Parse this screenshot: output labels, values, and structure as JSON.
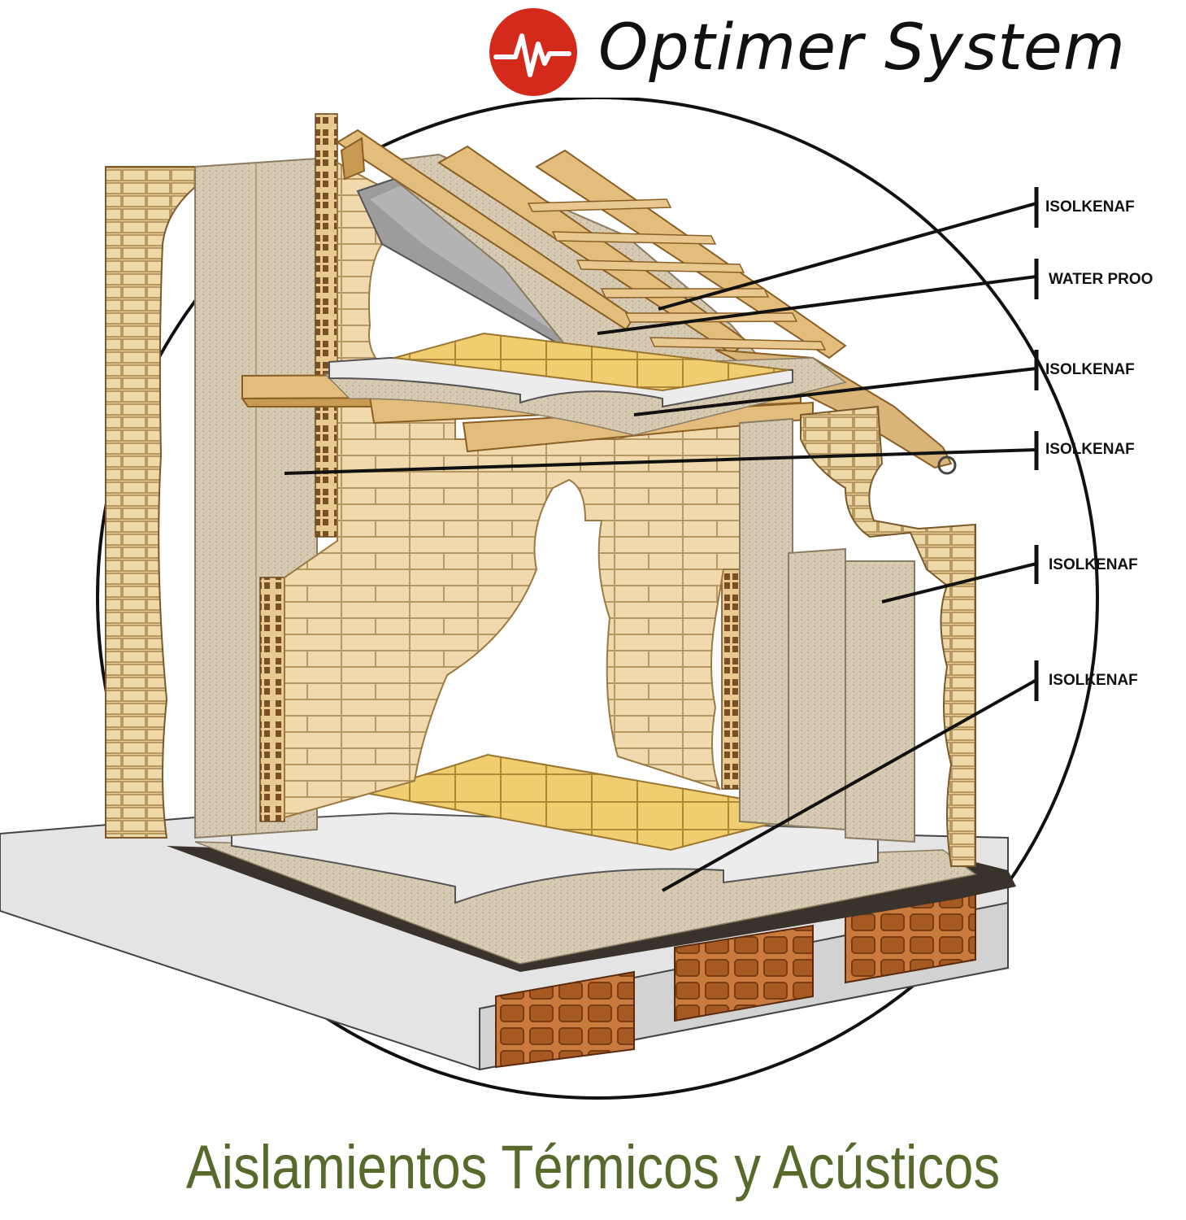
{
  "brand": {
    "name": "Optimer System",
    "logo_icon": "red-circle-heartbeat-logo",
    "logo_color": "#d42a1c"
  },
  "callouts": [
    {
      "label": "ISOLKENAF",
      "target": "roof insulation between rafters"
    },
    {
      "label": "WATER PROO",
      "target": "roof waterproof membrane"
    },
    {
      "label": "ISOLKENAF",
      "target": "floor slab insulation"
    },
    {
      "label": "ISOLKENAF",
      "target": "interior wall insulation"
    },
    {
      "label": "ISOLKENAF",
      "target": "exterior wall insulation"
    },
    {
      "label": "ISOLKENAF",
      "target": "ground floor insulation"
    }
  ],
  "caption": "Aislamientos Térmicos y Acústicos",
  "colors": {
    "brick": "#efd9ad",
    "kenaf": "#d8cbb3",
    "timber": "#e2bd7c",
    "tile": "#f0cd6e",
    "caption": "#586a2b"
  }
}
